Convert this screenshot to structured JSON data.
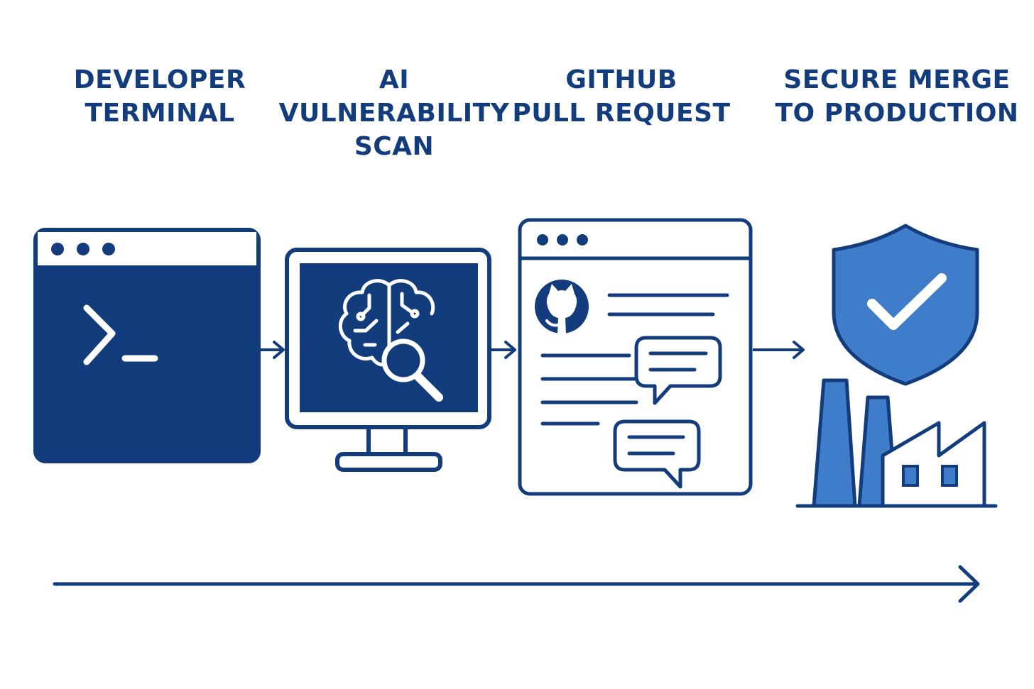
{
  "stages": [
    {
      "id": "developer-terminal",
      "lines": [
        "DEVELOPER",
        "TERMINAL"
      ],
      "icon": "terminal-window-icon"
    },
    {
      "id": "ai-vulnerability-scan",
      "lines": [
        "AI",
        "VULNERABILITY",
        "SCAN"
      ],
      "icon": "brain-magnifier-monitor-icon"
    },
    {
      "id": "github-pull-request",
      "lines": [
        "GITHUB",
        "PULL REQUEST"
      ],
      "icon": "github-pr-window-icon"
    },
    {
      "id": "secure-merge",
      "lines": [
        "SECURE MERGE",
        "TO PRODUCTION"
      ],
      "icon": "shield-factory-icon"
    }
  ],
  "colors": {
    "navy": "#133c7c",
    "accent_blue": "#3f7cca",
    "background": "#ffffff"
  }
}
